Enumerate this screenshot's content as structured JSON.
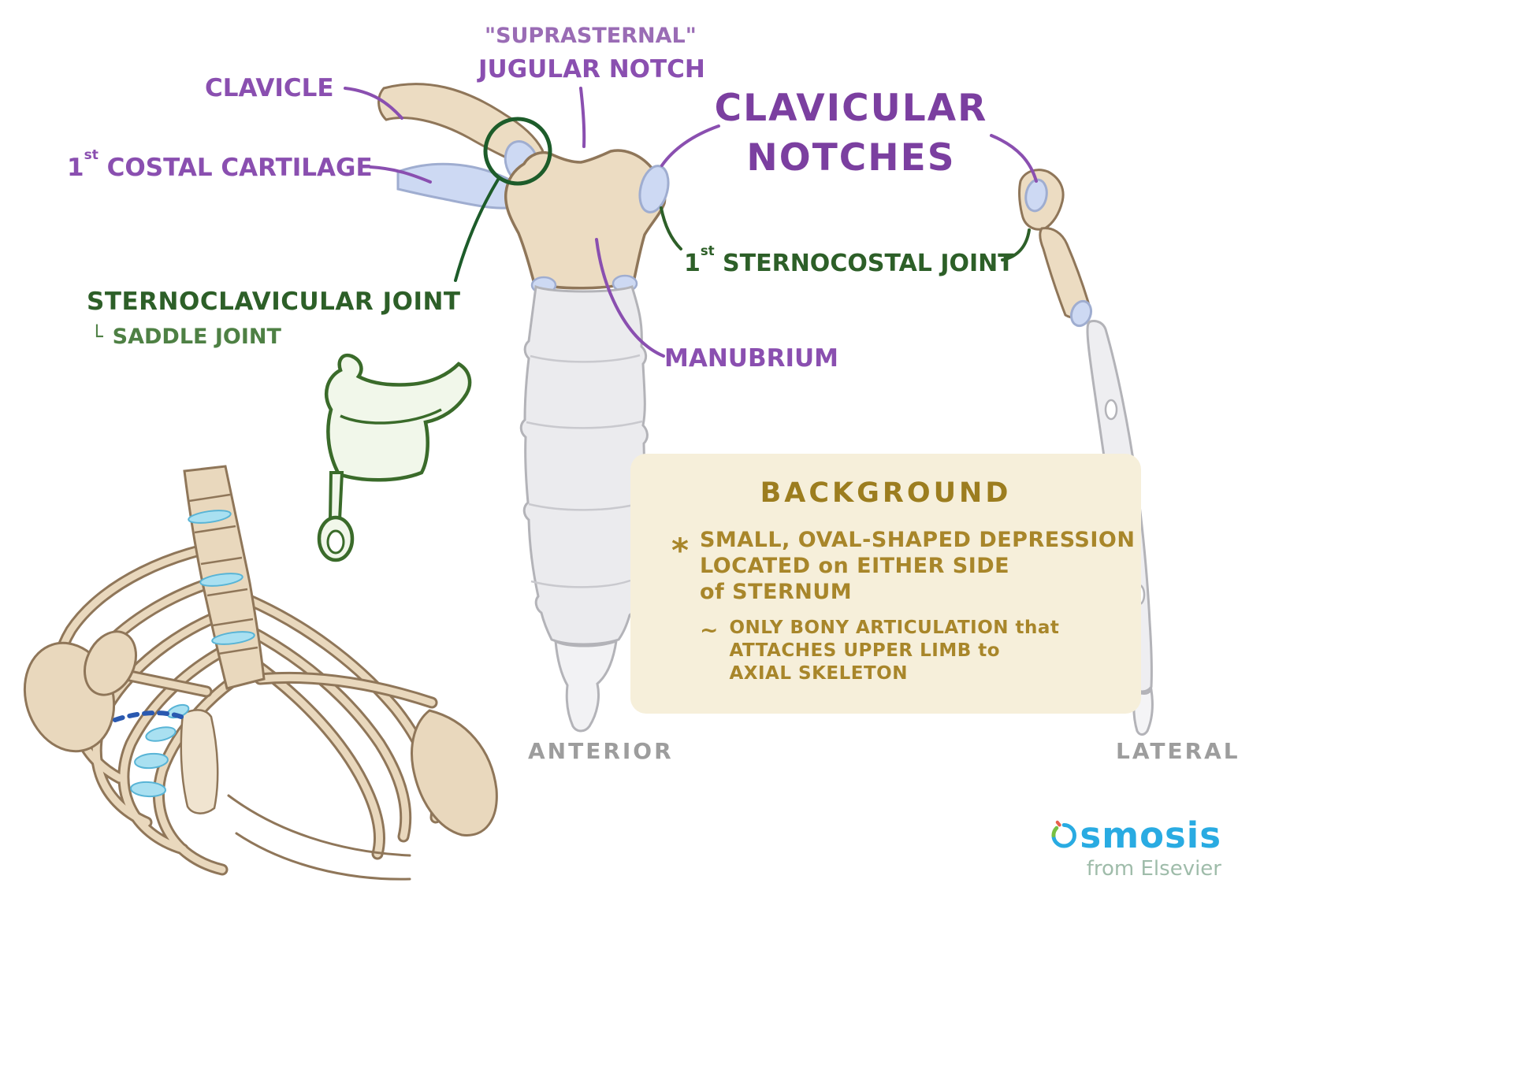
{
  "labels": {
    "suprasternal": "\"SUPRASTERNAL\"",
    "jugular_notch": "JUGULAR NOTCH",
    "clavicle": "CLAVICLE",
    "costal_num": "1",
    "costal_sup": "st",
    "costal_rest": " COSTAL CARTILAGE",
    "clavicular_line1": "CLAVICULAR",
    "clavicular_line2": "NOTCHES",
    "sternocostal_num": "1",
    "sternocostal_sup": "st",
    "sternocostal_rest": " STERNOCOSTAL JOINT",
    "sternoclavicular": "STERNOCLAVICULAR JOINT",
    "saddle_bracket": "└",
    "saddle_joint": "SADDLE JOINT",
    "manubrium": "MANUBRIUM",
    "anterior": "ANTERIOR",
    "lateral": "LATERAL"
  },
  "background": {
    "title": "BACKGROUND",
    "bullet_marker": "*",
    "bullet_lines": [
      "SMALL, OVAL-SHAPED DEPRESSION",
      "LOCATED on EITHER SIDE",
      "of STERNUM"
    ],
    "sub_marker": "~",
    "sub_lines": [
      "ONLY BONY ARTICULATION that",
      "ATTACHES UPPER LIMB to",
      "AXIAL SKELETON"
    ]
  },
  "logo": {
    "name": "Osmosis",
    "name_rest": "smosis",
    "tagline": "from Elsevier"
  },
  "colors": {
    "label_purple": "#8a4fb0",
    "title_purple": "#7b3fa0",
    "joint_green": "#2d5f28",
    "saddle_green": "#4e8044",
    "note_olive": "#a8862a",
    "note_box_bg": "#f6efda",
    "view_label_gray": "#9d9d9d",
    "bone_beige": "#ecdcc2",
    "cartilage_blue": "#cdd9f3",
    "cartilage_cyan": "#a9e0f1",
    "logo_blue": "#29abe2"
  }
}
